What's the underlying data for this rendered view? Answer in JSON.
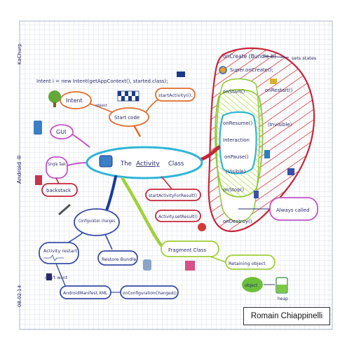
{
  "diagram": {
    "center": {
      "prefix": "The",
      "title": "Activity",
      "suffix": "Class"
    },
    "top_code": "Intent i = new Intent(getAppContext(), started.class);",
    "intent": {
      "label": "Intent",
      "sub": "object"
    },
    "start_code": "Start code",
    "start_activity": "startActivity(i);",
    "gui": "GUI",
    "single_task": "Single Task",
    "backstack": "backstack",
    "start_for_result": "startActivityForResult()",
    "set_result": "Activity.setResult()",
    "config_changes": "Configuration changes",
    "activity_restart": "Activity restart",
    "restore_bundle": "Restore Bundle",
    "dont_want": "don't want",
    "manifest": "AndroidManifest.XML",
    "on_config_changed": "onConfigurationChanged()",
    "fragment": "Fragment Class",
    "retaining": "Retaining object",
    "object": "object",
    "heap": "heap",
    "lifecycle": {
      "on_create": "onCreate (Bundle b)",
      "sets_states": "sets states",
      "super_oncreate": "Super.onCreate();",
      "on_start": "onStart()",
      "on_restart": "onRestart()",
      "invisible": "(Invisible)",
      "on_resume": "onResume()",
      "interaction": "Interaction",
      "on_pause": "onPause()",
      "visible": "(Visible)",
      "on_stop": "onStop()",
      "on_destroy": "onDestroy()",
      "always_called": "Always called"
    },
    "side_android": "Android ®",
    "side_date": "08.02.14",
    "side_top": "KaChurp"
  },
  "credit": "Romain Chiappinelli"
}
